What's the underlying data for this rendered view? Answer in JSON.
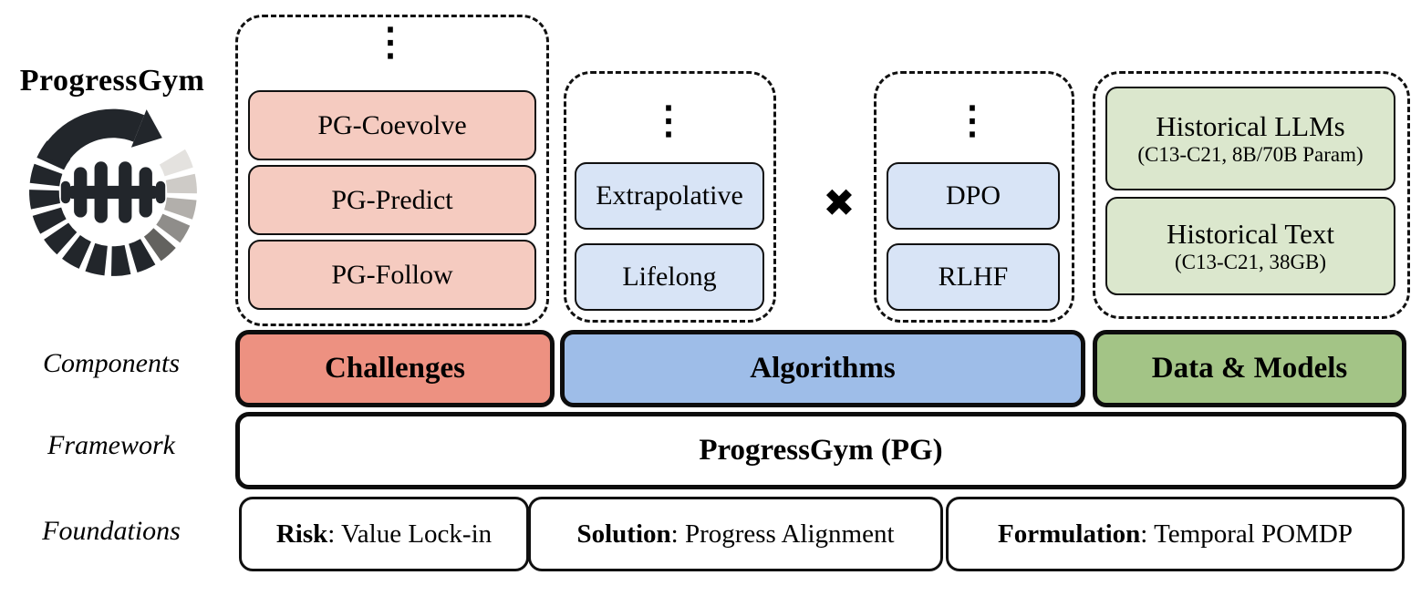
{
  "title": "ProgressGym",
  "colors": {
    "salmon_row": "#ed9181",
    "blue_row": "#9ebde8",
    "green_row": "#a3c486",
    "salmon_light": "#f5cbc0",
    "blue_light": "#d8e4f6",
    "green_light": "#dbe7cd",
    "ink": "#101010"
  },
  "row_labels": {
    "components": "Components",
    "framework": "Framework",
    "foundations": "Foundations"
  },
  "challenges_group": {
    "ellipsis": "⋮",
    "items": [
      "PG-Coevolve",
      "PG-Predict",
      "PG-Follow"
    ]
  },
  "algorithms_group": {
    "cross": "✖",
    "left": {
      "ellipsis": "⋮",
      "items": [
        "Extrapolative",
        "Lifelong"
      ]
    },
    "right": {
      "ellipsis": "⋮",
      "items": [
        "DPO",
        "RLHF"
      ]
    }
  },
  "data_group": {
    "items": [
      {
        "title": "Historical LLMs",
        "subtitle": "(C13-C21, 8B/70B Param)"
      },
      {
        "title": "Historical Text",
        "subtitle": "(C13-C21, 38GB)"
      }
    ]
  },
  "components_row": {
    "challenges": "Challenges",
    "algorithms": "Algorithms",
    "data_models": "Data & Models"
  },
  "framework_row": {
    "label": "ProgressGym (PG)"
  },
  "foundations_row": {
    "items": [
      {
        "bold": "Risk",
        "rest": ": Value Lock-in"
      },
      {
        "bold": "Solution",
        "rest": ": Progress Alignment"
      },
      {
        "bold": "Formulation",
        "rest": ": Temporal POMDP"
      }
    ]
  }
}
